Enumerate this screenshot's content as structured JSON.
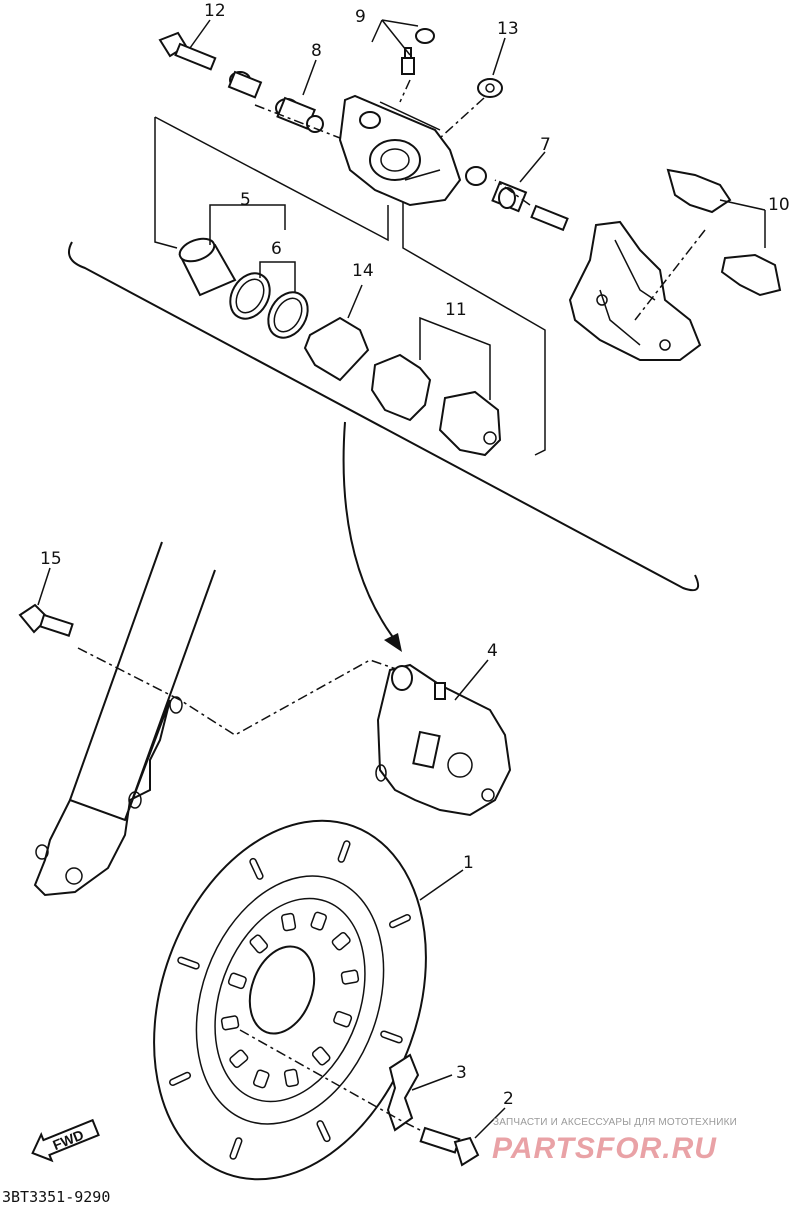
{
  "part_labels": {
    "p1": "1",
    "p2": "2",
    "p3": "3",
    "p4": "4",
    "p5": "5",
    "p6": "6",
    "p7": "7",
    "p8": "8",
    "p9": "9",
    "p10": "10",
    "p11": "11",
    "p12": "12",
    "p13": "13",
    "p14": "14",
    "p15": "15"
  },
  "fwd_label": "FWD",
  "diagram_code": "3BT3351-9290",
  "watermark": {
    "tagline": "ЗАПЧАСТИ И АКСЕССУАРЫ ДЛЯ МОТОТЕХНИКИ",
    "brand": "PARTSFOR.RU"
  },
  "colors": {
    "line": "#111111",
    "watermark_brand": "#e9a2a6",
    "watermark_text": "#9a9a9a"
  }
}
